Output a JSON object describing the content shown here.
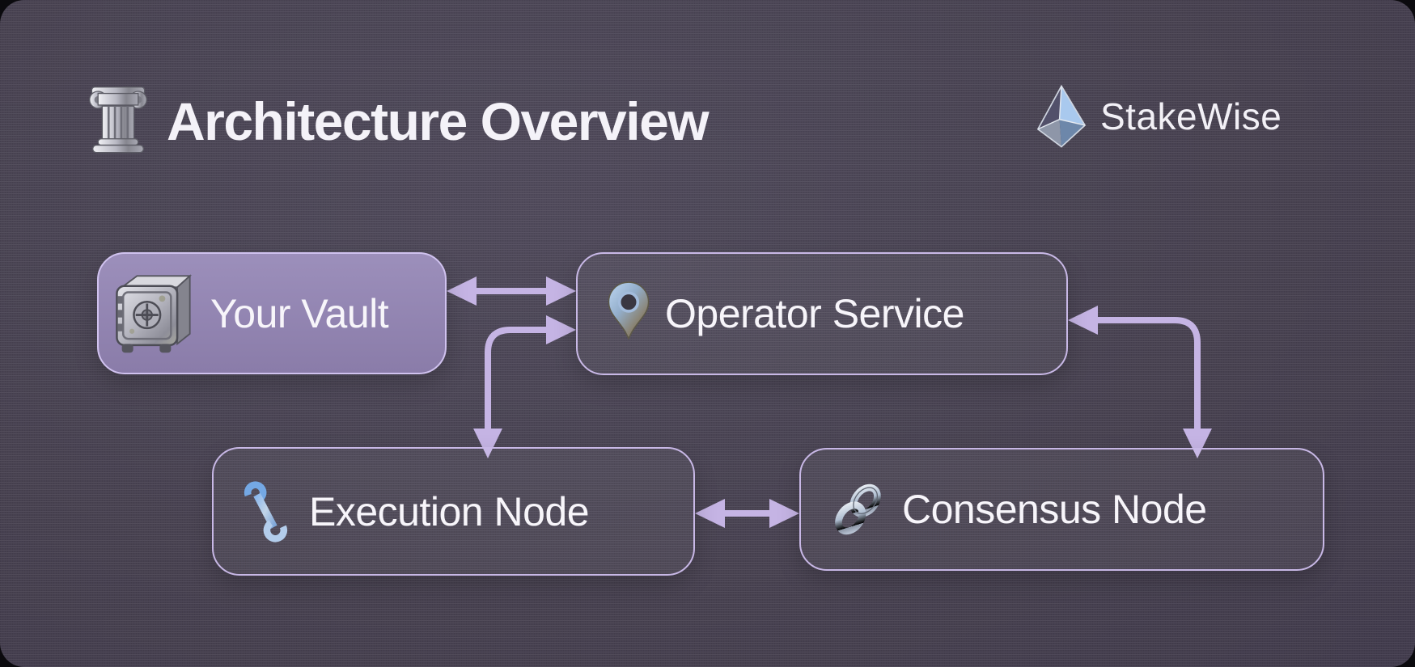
{
  "header": {
    "title": "Architecture Overview",
    "title_icon": "classical-column-icon",
    "brand": {
      "name": "StakeWise",
      "logo_icon": "stakewise-pyramid-logo"
    }
  },
  "nodes": [
    {
      "id": "your-vault",
      "label": "Your Vault",
      "icon": "safe-vault-icon",
      "style": "filled"
    },
    {
      "id": "operator-service",
      "label": "Operator Service",
      "icon": "location-pin-icon",
      "style": "outlined"
    },
    {
      "id": "execution-node",
      "label": "Execution Node",
      "icon": "wrench-icon",
      "style": "outlined"
    },
    {
      "id": "consensus-node",
      "label": "Consensus Node",
      "icon": "chain-link-icon",
      "style": "outlined"
    }
  ],
  "edges": [
    {
      "from": "your-vault",
      "to": "operator-service",
      "direction": "bidirectional",
      "shape": "straight"
    },
    {
      "from": "operator-service",
      "to": "execution-node",
      "direction": "bidirectional",
      "shape": "elbow"
    },
    {
      "from": "operator-service",
      "to": "consensus-node",
      "direction": "bidirectional",
      "shape": "elbow"
    },
    {
      "from": "execution-node",
      "to": "consensus-node",
      "direction": "bidirectional",
      "shape": "straight"
    }
  ],
  "colors": {
    "canvas_background": "#474150",
    "outer_background": "#0b0a0e",
    "arrow": "#c5b4e4",
    "node_border": "#c8b8e6",
    "vault_fill": "#9184b1",
    "text": "#f5f3f8"
  }
}
